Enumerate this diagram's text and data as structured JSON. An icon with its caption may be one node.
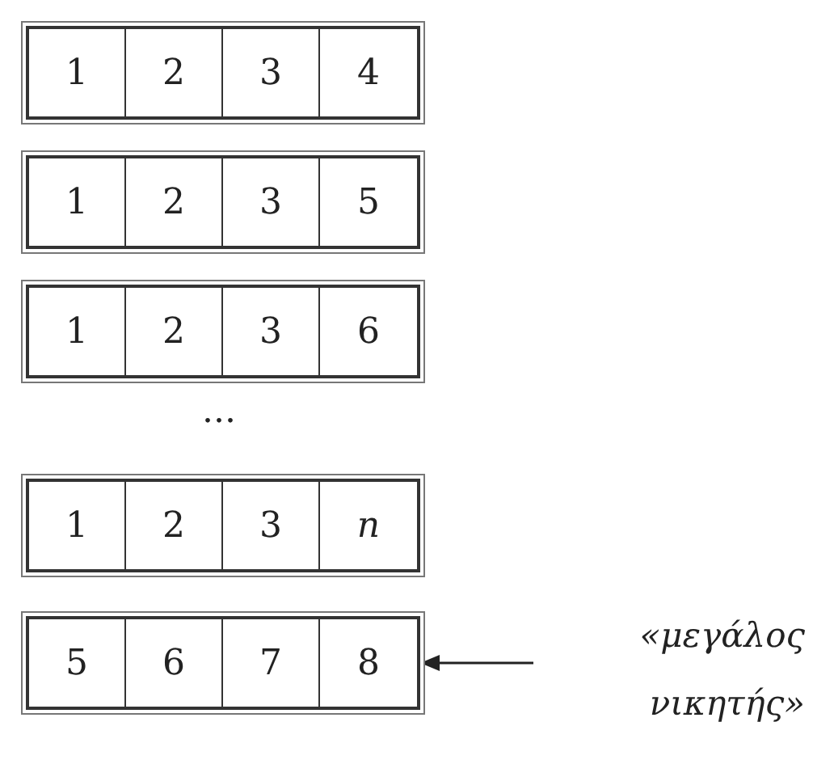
{
  "diagram": {
    "nodes": [
      {
        "text": [
          "1"
        ]
      },
      {
        "text": [
          "2"
        ]
      },
      {
        "text": [
          "3"
        ]
      },
      {
        "text": [
          "4"
        ]
      },
      {
        "text": [
          "1"
        ]
      },
      {
        "text": [
          "2"
        ]
      },
      {
        "text": [
          "3"
        ]
      },
      {
        "text": [
          "5"
        ]
      },
      {
        "text": [
          "1"
        ]
      },
      {
        "text": [
          "2"
        ]
      },
      {
        "text": [
          "3"
        ]
      },
      {
        "text": [
          "6"
        ]
      },
      {
        "text": [
          "1"
        ]
      },
      {
        "text": [
          "2"
        ]
      },
      {
        "text": [
          "3"
        ]
      },
      {
        "text": [
          "*n*"
        ]
      },
      {
        "text": [
          "5"
        ]
      },
      {
        "text": [
          "6"
        ]
      },
      {
        "text": [
          "7"
        ]
      },
      {
        "text": [
          "8"
        ]
      },
      {
        "text": [
          "«μεγάλος νικητής»"
        ]
      }
    ],
    "edges": [
      {
        "from": 20,
        "to": 19,
        "arrow": "to"
      }
    ],
    "labels": [
      "..."
    ]
  }
}
